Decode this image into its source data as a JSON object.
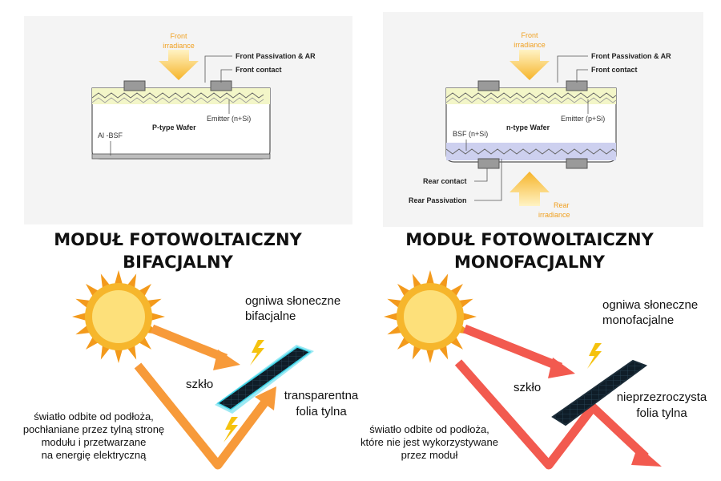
{
  "left_cell": {
    "front_irradiance": [
      "Front",
      "irradiance"
    ],
    "front_passivation": "Front Passivation & AR",
    "front_contact": "Front contact",
    "emitter": "Emitter (n+Si)",
    "wafer": "P-type Wafer",
    "bsf": "Al -BSF"
  },
  "right_cell": {
    "front_irradiance": [
      "Front",
      "irradiance"
    ],
    "front_passivation": "Front Passivation & AR",
    "front_contact": "Front contact",
    "emitter": "Emitter (p+Si)",
    "wafer": "n-type Wafer",
    "bsf": "BSF (n+Si)",
    "rear_contact": "Rear contact",
    "rear_passivation": "Rear Passivation",
    "rear_irradiance": [
      "Rear",
      "irradiance"
    ]
  },
  "left_panel": {
    "title": [
      "MODUŁ FOTOWOLTAICZNY",
      "BIFACJALNY"
    ],
    "cells_label": [
      "ogniwa słoneczne",
      "bifacjalne"
    ],
    "glass": "szkło",
    "backsheet": [
      "transparentna",
      "folia tylna"
    ],
    "reflected": [
      "światło odbite od podłoża,",
      "pochłaniane przez tylną stronę",
      "modułu i przetwarzane",
      "na energię elektryczną"
    ]
  },
  "right_panel": {
    "title": [
      "MODUŁ FOTOWOLTAICZNY",
      "MONOFACJALNY"
    ],
    "cells_label": [
      "ogniwa słoneczne",
      "monofacjalne"
    ],
    "glass": "szkło",
    "backsheet": [
      "nieprzezroczysta",
      "folia tylna"
    ],
    "reflected": [
      "światło odbite od podłoża,",
      "które nie jest wykorzystywane",
      "przez moduł"
    ]
  },
  "colors": {
    "sun_fill": "#fde07a",
    "sun_ring": "#f6b62c",
    "sun_rays": "#f39a1c",
    "light_orange": "#f79a3a",
    "light_red": "#f25a4f",
    "panel_dark": "#11222e",
    "panel_glow": "#3cd4e8",
    "bolt": "#f5c20e"
  }
}
